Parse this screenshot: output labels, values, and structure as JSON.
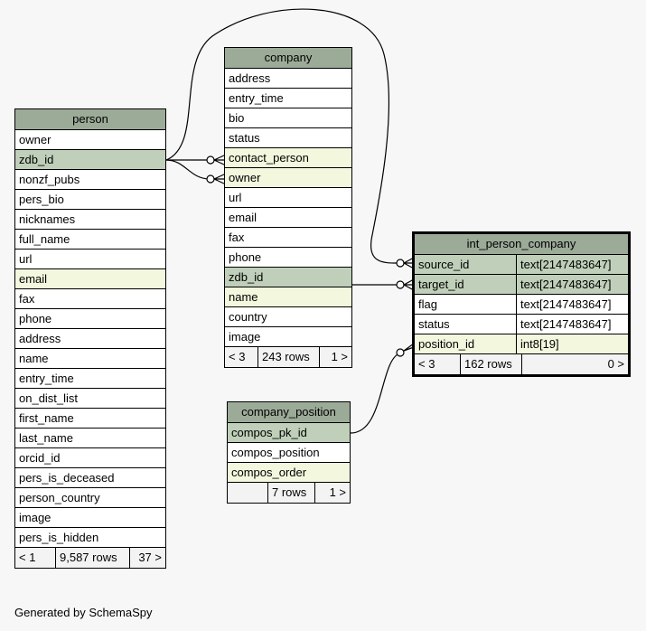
{
  "tables": {
    "person": {
      "title": "person",
      "columns": [
        {
          "name": "owner",
          "kind": "plain"
        },
        {
          "name": "zdb_id",
          "kind": "pk"
        },
        {
          "name": "nonzf_pubs",
          "kind": "plain"
        },
        {
          "name": "pers_bio",
          "kind": "plain"
        },
        {
          "name": "nicknames",
          "kind": "plain"
        },
        {
          "name": "full_name",
          "kind": "plain"
        },
        {
          "name": "url",
          "kind": "plain"
        },
        {
          "name": "email",
          "kind": "fk"
        },
        {
          "name": "fax",
          "kind": "plain"
        },
        {
          "name": "phone",
          "kind": "plain"
        },
        {
          "name": "address",
          "kind": "plain"
        },
        {
          "name": "name",
          "kind": "plain"
        },
        {
          "name": "entry_time",
          "kind": "plain"
        },
        {
          "name": "on_dist_list",
          "kind": "plain"
        },
        {
          "name": "first_name",
          "kind": "plain"
        },
        {
          "name": "last_name",
          "kind": "plain"
        },
        {
          "name": "orcid_id",
          "kind": "plain"
        },
        {
          "name": "pers_is_deceased",
          "kind": "plain"
        },
        {
          "name": "person_country",
          "kind": "plain"
        },
        {
          "name": "image",
          "kind": "plain"
        },
        {
          "name": "pers_is_hidden",
          "kind": "plain"
        }
      ],
      "footer": {
        "parents": "< 1",
        "rows": "9,587 rows",
        "children": "37 >"
      }
    },
    "company": {
      "title": "company",
      "columns": [
        {
          "name": "address",
          "kind": "plain"
        },
        {
          "name": "entry_time",
          "kind": "plain"
        },
        {
          "name": "bio",
          "kind": "plain"
        },
        {
          "name": "status",
          "kind": "plain"
        },
        {
          "name": "contact_person",
          "kind": "fk"
        },
        {
          "name": "owner",
          "kind": "fk"
        },
        {
          "name": "url",
          "kind": "plain"
        },
        {
          "name": "email",
          "kind": "plain"
        },
        {
          "name": "fax",
          "kind": "plain"
        },
        {
          "name": "phone",
          "kind": "plain"
        },
        {
          "name": "zdb_id",
          "kind": "pk"
        },
        {
          "name": "name",
          "kind": "fk"
        },
        {
          "name": "country",
          "kind": "plain"
        },
        {
          "name": "image",
          "kind": "plain"
        }
      ],
      "footer": {
        "parents": "< 3",
        "rows": "243 rows",
        "children": "1 >"
      }
    },
    "company_position": {
      "title": "company_position",
      "columns": [
        {
          "name": "compos_pk_id",
          "kind": "pk"
        },
        {
          "name": "compos_position",
          "kind": "plain"
        },
        {
          "name": "compos_order",
          "kind": "fk"
        }
      ],
      "footer": {
        "parents": "",
        "rows": "7 rows",
        "children": "1 >"
      }
    },
    "int_person_company": {
      "title": "int_person_company",
      "columns": [
        {
          "name": "source_id",
          "type": "text[2147483647]",
          "kind": "pk"
        },
        {
          "name": "target_id",
          "type": "text[2147483647]",
          "kind": "pk"
        },
        {
          "name": "flag",
          "type": "text[2147483647]",
          "kind": "plain"
        },
        {
          "name": "status",
          "type": "text[2147483647]",
          "kind": "plain"
        },
        {
          "name": "position_id",
          "type": "int8[19]",
          "kind": "fk"
        }
      ],
      "footer": {
        "parents": "< 3",
        "rows": "162 rows",
        "children": "0 >"
      }
    }
  },
  "generated_by": "Generated by SchemaSpy"
}
